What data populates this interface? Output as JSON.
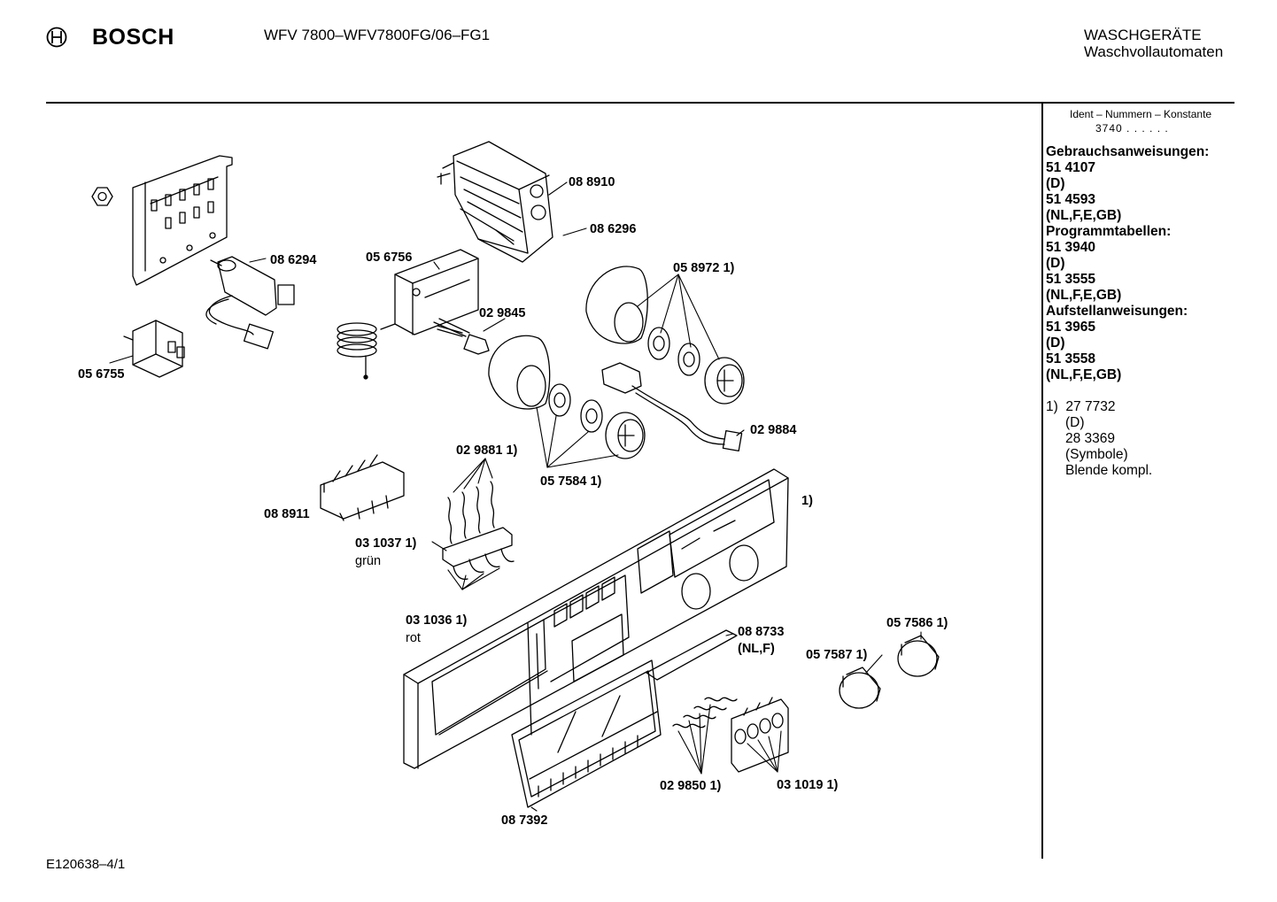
{
  "header": {
    "brand_icon": "bosch-armature-logo-icon",
    "brand": "BOSCH",
    "model": "WFV 7800–WFV7800FG/06–FG1",
    "category_line1": "WASCHGERÄTE",
    "category_line2": "Waschvollautomaten"
  },
  "sidebar": {
    "ident_title": "Ident – Nummern – Konstante",
    "ident_value": "3740 . . . . . .",
    "docs": [
      "Gebrauchsanweisungen:",
      "51 4107",
      "(D)",
      "51 4593",
      "(NL,F,E,GB)",
      "Programmtabellen:",
      "51 3940",
      "(D)",
      "51 3555",
      "(NL,F,E,GB)",
      "Aufstellanweisungen:",
      "51 3965",
      "(D)",
      "51 3558",
      "(NL,F,E,GB)"
    ],
    "note_marker": "1)",
    "note_lines": [
      "27 7732",
      "(D)",
      "28 3369",
      "(Symbole)",
      "Blende kompl."
    ]
  },
  "parts": {
    "p088910": "08 8910",
    "p086296": "08 6296",
    "p086294": "08 6294",
    "p056756": "05 6756",
    "p058972": "05 8972 1)",
    "p029845": "02 9845",
    "p056755": "05 6755",
    "p029884": "02 9884",
    "p029881": "02 9881 1)",
    "p057584": "05 7584 1)",
    "p088911": "08 8911",
    "p031037": "03 1037 1)",
    "gruen": "grün",
    "blende_note": "1)",
    "p031036": "03 1036 1)",
    "rot": "rot",
    "p088733": "08 8733",
    "nlf": "(NL,F)",
    "p057586": "05 7586 1)",
    "p057587": "05 7587 1)",
    "p029850": "02 9850 1)",
    "p031019": "03 1019 1)",
    "p087392": "08 7392"
  },
  "footer": {
    "drawing_id": "E120638–4/1"
  }
}
